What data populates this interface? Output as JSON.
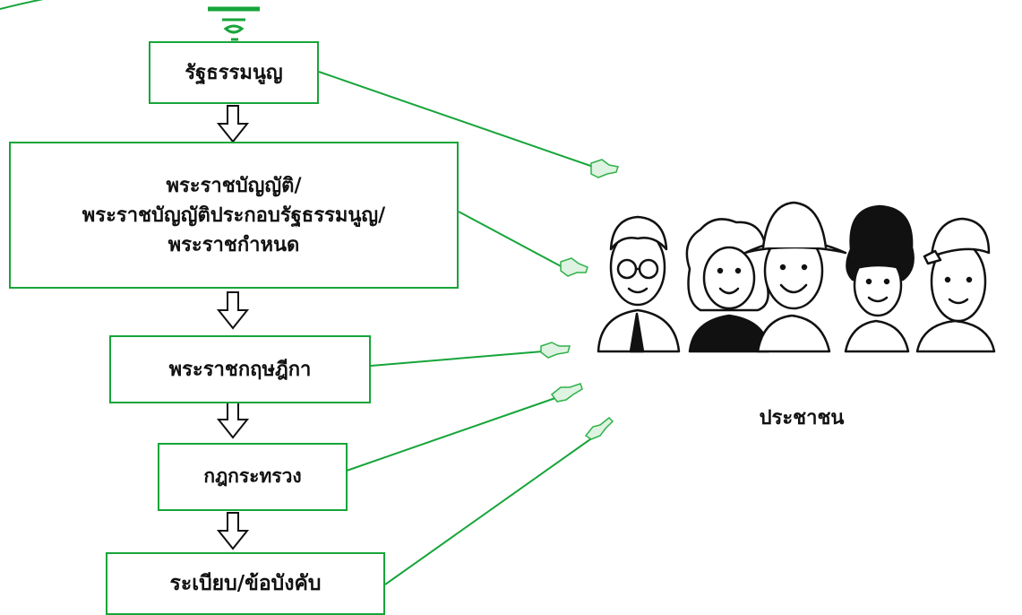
{
  "hierarchy": [
    {
      "lines": [
        "รัฐธรรมนูญ"
      ]
    },
    {
      "lines": [
        "พระราชบัญญัติ/",
        "พระราชบัญญัติประกอบรัฐธรรมนูญ/",
        "พระราชกำหนด"
      ]
    },
    {
      "lines": [
        "พระราชกฤษฎีกา"
      ]
    },
    {
      "lines": [
        "กฎกระทรวง"
      ]
    },
    {
      "lines": [
        "ระเบียบ/ข้อบังคับ"
      ]
    }
  ],
  "people_label": "ประชาชน",
  "colors": {
    "line": "#17a53a",
    "text": "#111111",
    "hand": "#2fb24a"
  },
  "icons": {
    "arrow": "hollow-down-arrow-icon",
    "hand": "pointing-hand-icon",
    "people": "group-of-people-illustration"
  }
}
